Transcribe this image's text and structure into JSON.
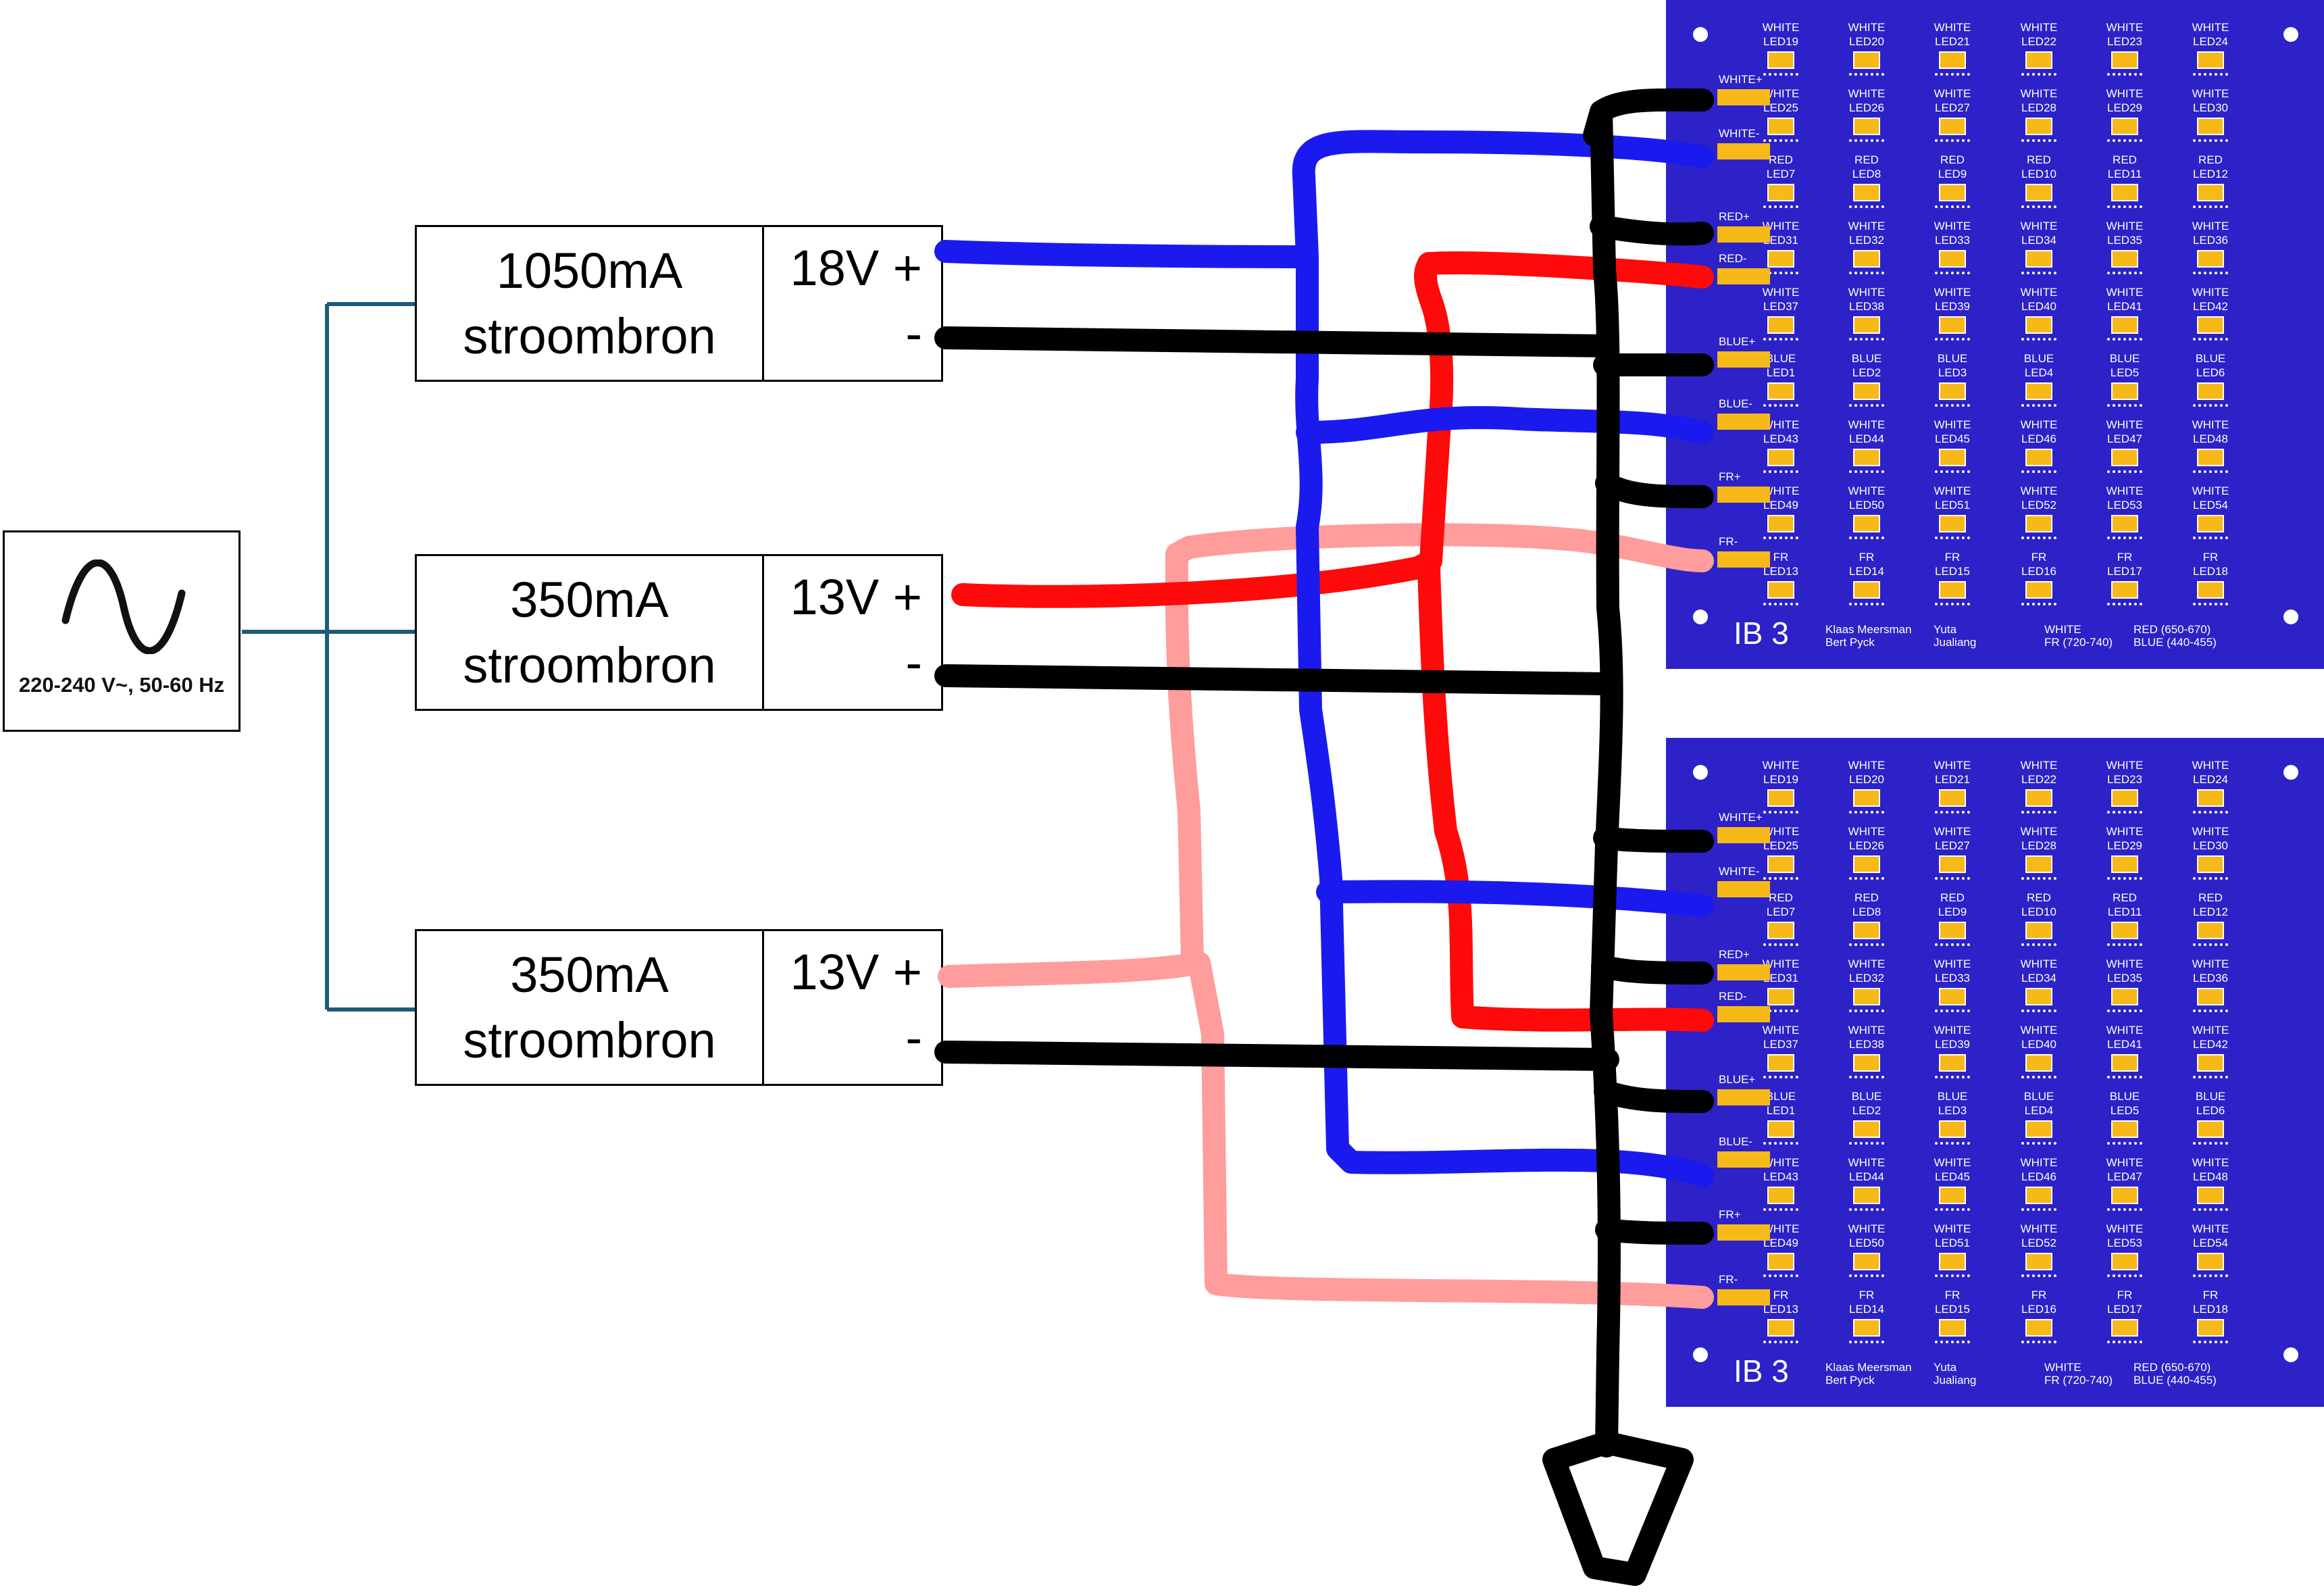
{
  "mains": {
    "label": "220-240 V~, 50-60 Hz",
    "icon": "ac-sine-icon"
  },
  "sources": [
    {
      "current": "1050mA",
      "name": "stroombron",
      "voltage": "18V +",
      "minus": "-"
    },
    {
      "current": "350mA",
      "name": "stroombron",
      "voltage": "13V +",
      "minus": "-"
    },
    {
      "current": "350mA",
      "name": "stroombron",
      "voltage": "13V +",
      "minus": "-"
    }
  ],
  "board": {
    "title": "IB 3",
    "credits": [
      [
        "Klaas Meersman",
        "Bert Pyck"
      ],
      [
        "Yuta",
        "Jualiang"
      ],
      [
        "WHITE",
        "FR (720-740)"
      ],
      [
        "RED (650-670)",
        "BLUE (440-455)"
      ]
    ],
    "terminals": [
      "WHITE+",
      "WHITE-",
      "RED+",
      "RED-",
      "BLUE+",
      "BLUE-",
      "FR+",
      "FR-"
    ],
    "rows": [
      {
        "type": "WHITE",
        "leds": [
          "LED19",
          "LED20",
          "LED21",
          "LED22",
          "LED23",
          "LED24"
        ]
      },
      {
        "type": "WHITE",
        "leds": [
          "LED25",
          "LED26",
          "LED27",
          "LED28",
          "LED29",
          "LED30"
        ]
      },
      {
        "type": "RED",
        "leds": [
          "LED7",
          "LED8",
          "LED9",
          "LED10",
          "LED11",
          "LED12"
        ]
      },
      {
        "type": "WHITE",
        "leds": [
          "LED31",
          "LED32",
          "LED33",
          "LED34",
          "LED35",
          "LED36"
        ]
      },
      {
        "type": "WHITE",
        "leds": [
          "LED37",
          "LED38",
          "LED39",
          "LED40",
          "LED41",
          "LED42"
        ]
      },
      {
        "type": "BLUE",
        "leds": [
          "LED1",
          "LED2",
          "LED3",
          "LED4",
          "LED5",
          "LED6"
        ]
      },
      {
        "type": "WHITE",
        "leds": [
          "LED43",
          "LED44",
          "LED45",
          "LED46",
          "LED47",
          "LED48"
        ]
      },
      {
        "type": "WHITE",
        "leds": [
          "LED49",
          "LED50",
          "LED51",
          "LED52",
          "LED53",
          "LED54"
        ]
      },
      {
        "type": "FR",
        "leds": [
          "LED13",
          "LED14",
          "LED15",
          "LED16",
          "LED17",
          "LED18"
        ]
      }
    ]
  },
  "colors": {
    "board": "#2d21c8",
    "pad": "#f7b918",
    "mains_bus": "#1f5a7a",
    "wire_blue": "#1a1aee",
    "wire_red": "#ff0a0a",
    "wire_pink": "#ff9c9c",
    "wire_black": "#000000"
  }
}
